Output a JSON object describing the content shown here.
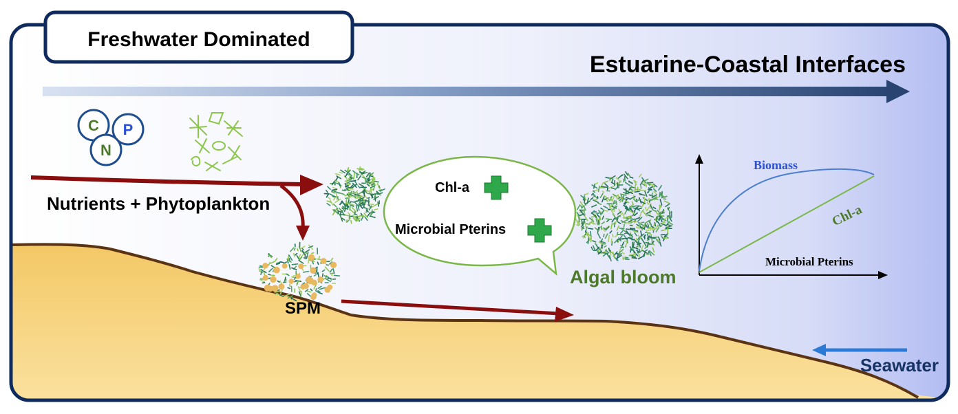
{
  "header": {
    "box_label": "Freshwater Dominated",
    "gradient_title": "Estuarine-Coastal Interfaces"
  },
  "nutrients": {
    "circle_c": "C",
    "circle_p": "P",
    "circle_n": "N",
    "flow_label": "Nutrients + Phytoplankton",
    "icon": "phytoplankton-icon"
  },
  "spm": {
    "label": "SPM"
  },
  "bubble": {
    "chl_label": "Chl-a",
    "pterins_label": "Microbial Pterins",
    "icon": "plus-icon"
  },
  "bloom": {
    "label": "Algal bloom"
  },
  "inset_graph": {
    "biomass_label": "Biomass",
    "chl_label": "Chl-a",
    "x_label": "Microbial Pterins"
  },
  "seawater": {
    "label": "Seawater"
  },
  "colors": {
    "frame": "#0f2a5c",
    "flow_arrow": "#8b0e0e",
    "sediment": "#f6d27a",
    "seafloor_line": "#5a3214",
    "biomass_curve": "#4a7fd0",
    "chl_line": "#7ab648",
    "bloom_text": "#4d7a2a",
    "seawater_text": "#163366",
    "seawater_arrow": "#2d7ad6",
    "plus_green": "#2ea84a"
  }
}
